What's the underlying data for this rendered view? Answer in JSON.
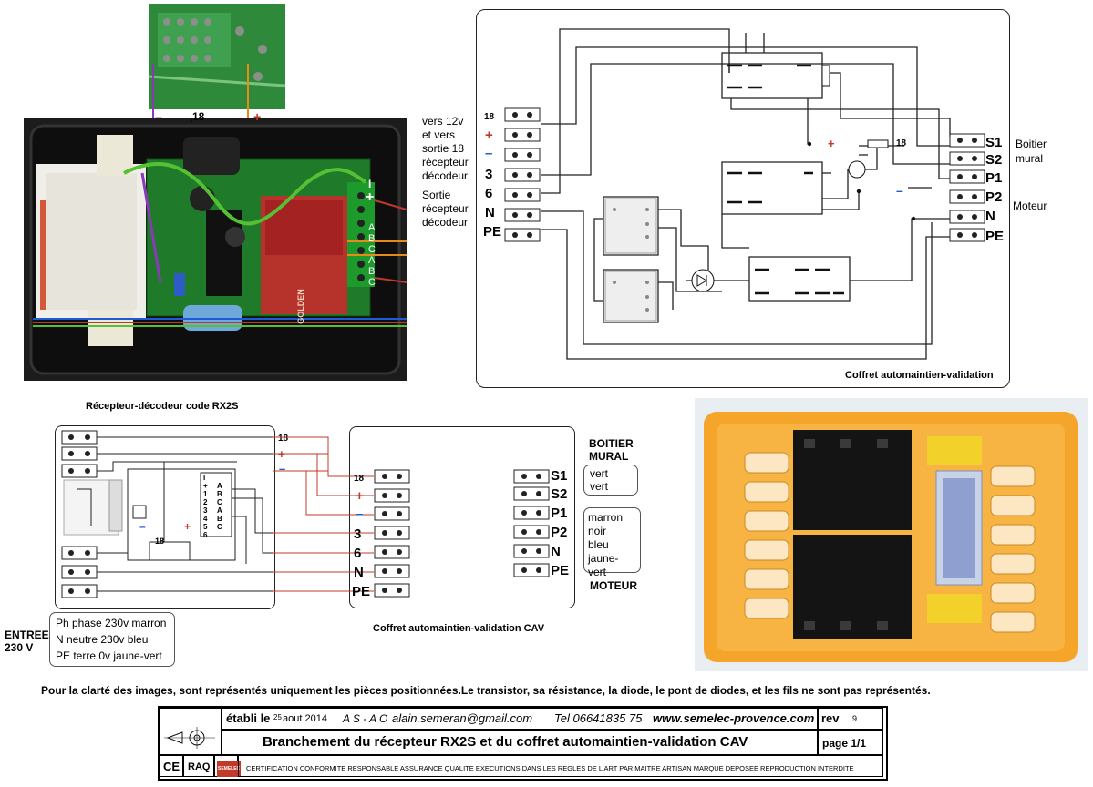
{
  "photo_top": {
    "top_module_labels": {
      "minus": "–",
      "wire_18": "18",
      "plus": "+"
    },
    "side_notes": {
      "note1_lines": [
        "vers 12v",
        "et vers",
        "sortie 18",
        "récepteur",
        "décodeur"
      ],
      "note2_lines": [
        "Sortie",
        "récepteur",
        "décodeur"
      ]
    },
    "terminal_labels": [
      "I",
      "+",
      "A",
      "B",
      "C",
      "A",
      "B",
      "C"
    ],
    "relay_marking": "GOLDEN",
    "caption": "Récepteur-décodeur code RX2S"
  },
  "schematic_top": {
    "left_terminals": [
      "18",
      "+",
      "–",
      "3",
      "6",
      "N",
      "PE"
    ],
    "right_terminals": [
      "S1",
      "S2",
      "P1",
      "P2",
      "N",
      "PE"
    ],
    "label_boitier": [
      "Boitier",
      "mural"
    ],
    "label_moteur": "Moteur",
    "wire_labels": {
      "plus": "+",
      "minus": "–",
      "eighteen": "18"
    },
    "caption": "Coffret automaintien-validation"
  },
  "schematic_bottom": {
    "left_wires": [
      "18",
      "+",
      "–"
    ],
    "mid_terminals": [
      "18",
      "+",
      "–",
      "3",
      "6",
      "N",
      "PE"
    ],
    "right_terminals": [
      "S1",
      "S2",
      "P1",
      "P2",
      "N",
      "PE"
    ],
    "module_pins": [
      "I",
      "+",
      "1",
      "2",
      "3",
      "4",
      "5",
      "6",
      "A",
      "B",
      "C",
      "A",
      "B",
      "C"
    ],
    "module_inner": {
      "plus": "+",
      "minus": "–",
      "eighteen": "18"
    },
    "boitier_title": [
      "BOITIER",
      "MURAL"
    ],
    "boitier_wires": [
      "vert",
      "vert"
    ],
    "moteur_wires": [
      "marron",
      "noir",
      "bleu",
      "jaune-vert"
    ],
    "moteur_title": "MOTEUR",
    "entree_label": [
      "ENTREE",
      "230 V"
    ],
    "entree_lines": [
      "Ph phase 230v marron",
      "N   neutre 230v bleu",
      "PE terre  0v jaune-vert"
    ],
    "caption": "Coffret automaintien-validation CAV"
  },
  "note_line": "Pour la clarté des images, sont représentés uniquement les pièces positionnées.Le transistor,  sa résistance,  la diode, le pont de diodes, et les fils ne sont pas représentés.",
  "title_block": {
    "etabli_label": "établi le",
    "date_day": "25",
    "date_rest": " aout 2014",
    "company": "A S - A O",
    "email": "alain.semeran@gmail.com",
    "tel": "Tel 06641835 75",
    "website": "www.semelec-provence.com",
    "rev_label": "rev",
    "rev_value": "9",
    "title": "Branchement du récepteur RX2S et du coffret automaintien-validation CAV",
    "page_label": "page  1/1",
    "ce_mark": "CE",
    "raq": "RAQ",
    "badge": "SEMELEC",
    "certification": "CERTIFICATION CONFORMITE RESPONSABLE ASSURANCE QUALITE   EXECUTIONS DANS LES REGLES DE L'ART PAR MAITRE ARTISAN   MARQUE DEPOSEE   REPRODUCTION INTERDITE"
  },
  "colors": {
    "pcb_green": "#1f7a2a",
    "box_black": "#151515",
    "orange_case": "#f5a52a",
    "wire_red": "#c0392b",
    "wire_blue": "#1e5bd6",
    "wire_brown": "#7a4a1a",
    "wire_yellow": "#d8d020",
    "line_dark": "#111111"
  }
}
